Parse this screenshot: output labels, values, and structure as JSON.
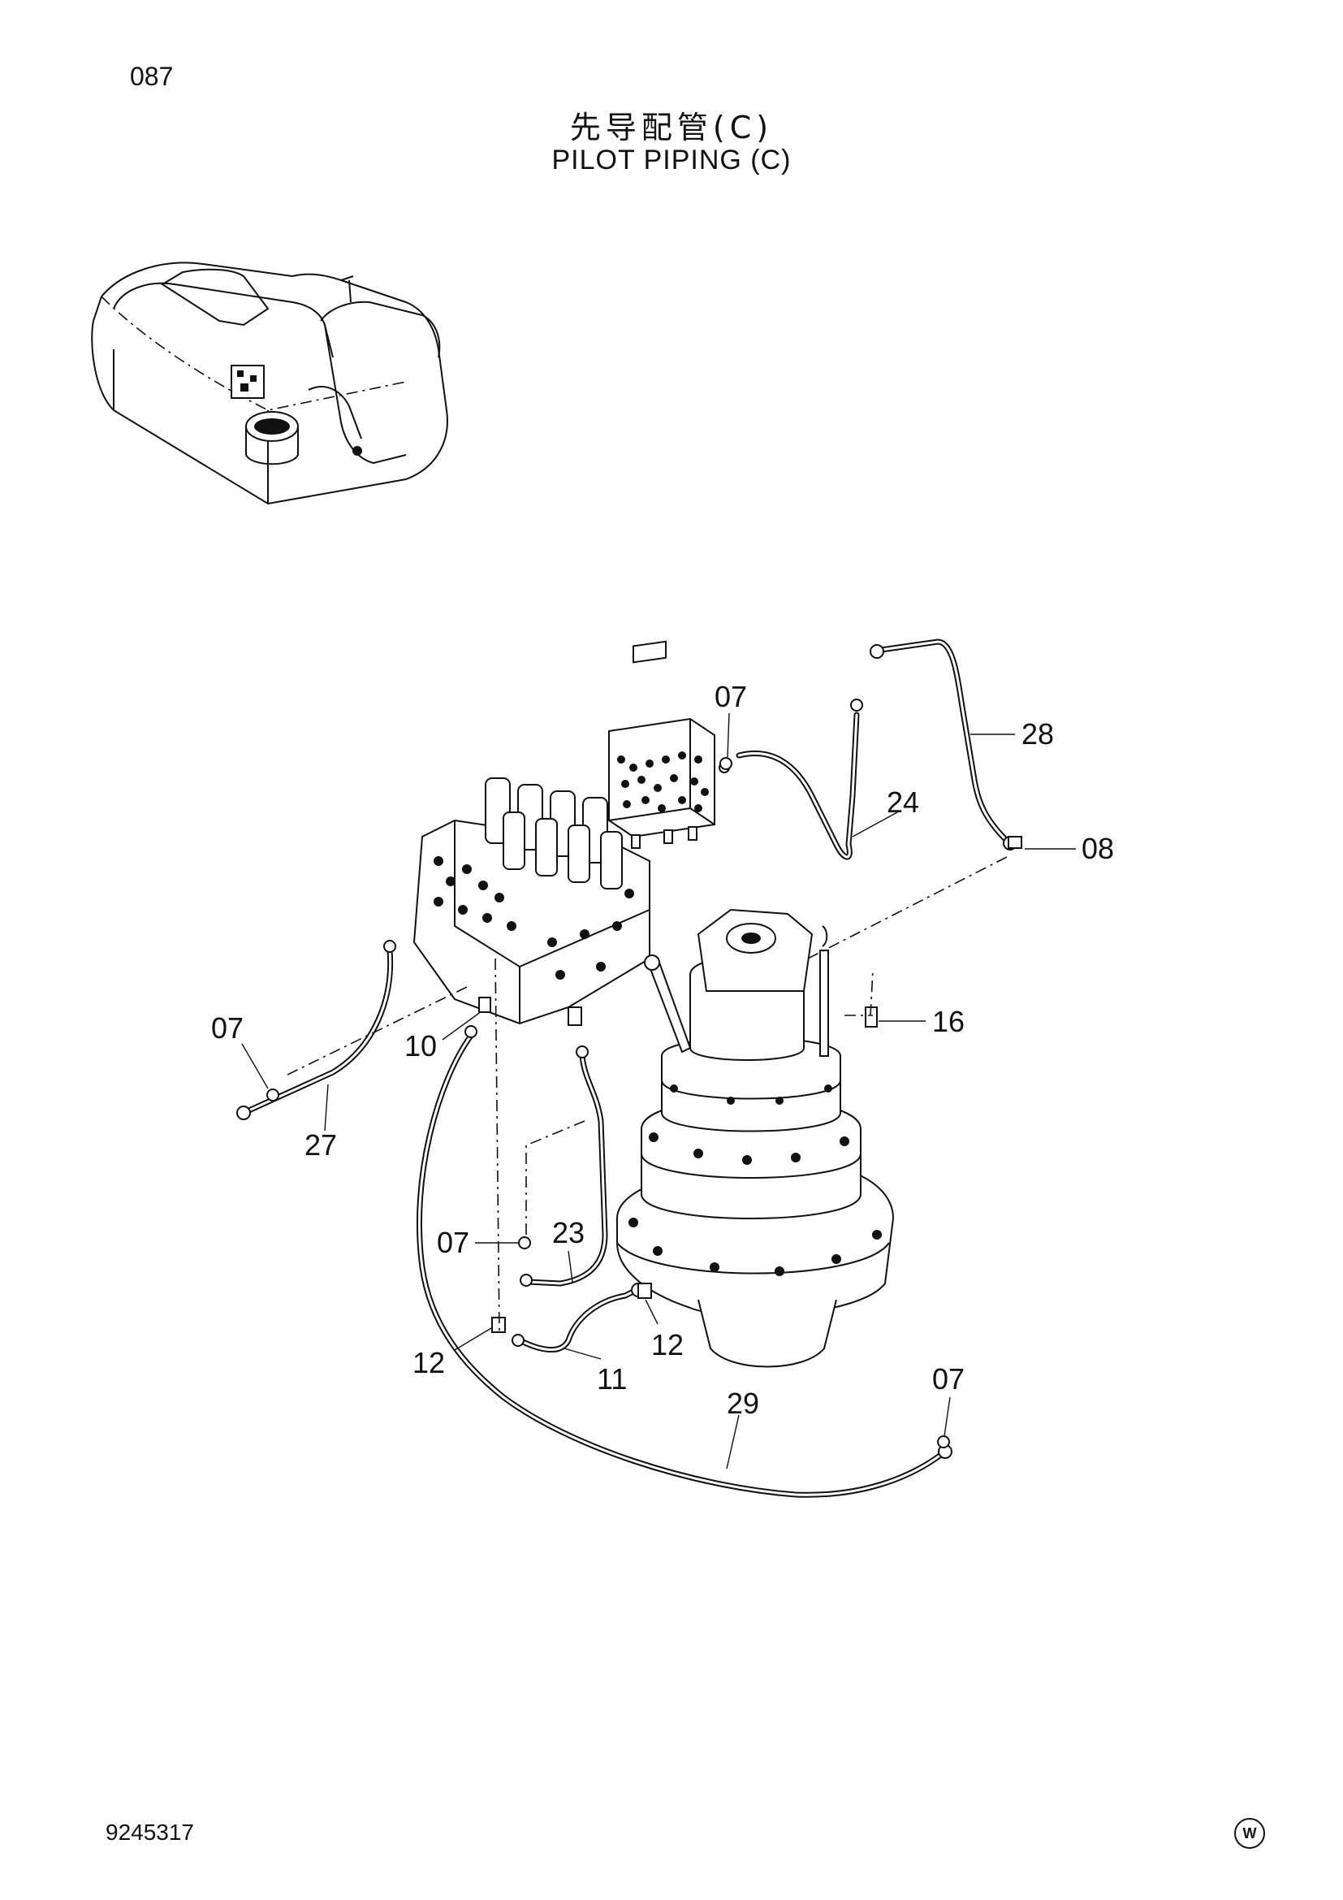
{
  "header": {
    "page_number": "087",
    "title_cn": "先导配管(C)",
    "title_en": "PILOT PIPING (C)"
  },
  "footer": {
    "doc_number": "9245317",
    "mark": "W"
  },
  "callouts": {
    "c07_top": "07",
    "c28": "28",
    "c24": "24",
    "c08": "08",
    "c16": "16",
    "c07_left": "07",
    "c10": "10",
    "c27": "27",
    "c07_mid": "07",
    "c23": "23",
    "c12_left": "12",
    "c11": "11",
    "c12_right": "12",
    "c07_right": "07",
    "c29": "29"
  }
}
